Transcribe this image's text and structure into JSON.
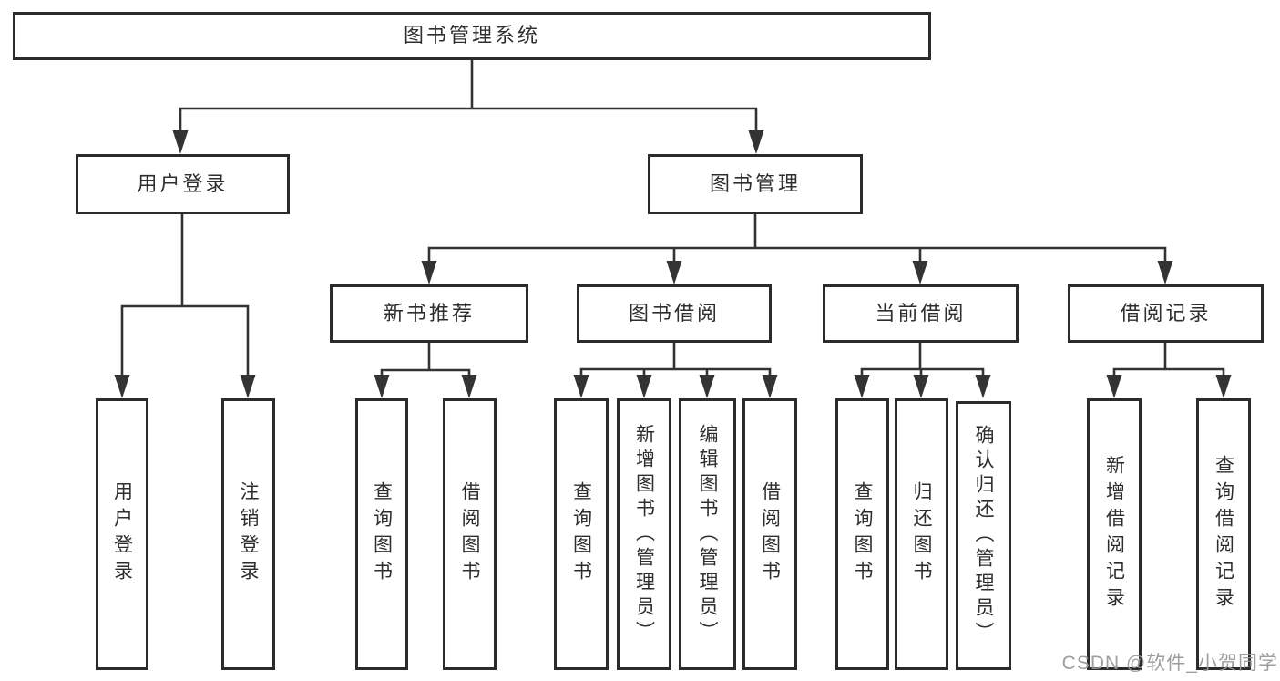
{
  "diagram": {
    "colors": {
      "border": "#2b2b2b",
      "line": "#333333",
      "text": "#2e2e2e",
      "background": "#ffffff",
      "watermark": "#969696"
    },
    "nodes": {
      "root": "图书管理系统",
      "user_login": "用户登录",
      "book_management": "图书管理",
      "new_book_recommend": "新书推荐",
      "book_borrow": "图书借阅",
      "current_borrow": "当前借阅",
      "borrow_records": "借阅记录",
      "ul_user_login": "用户登录",
      "ul_logout": "注销登录",
      "nb_query_book": "查询图书",
      "nb_borrow_book": "借阅图书",
      "bb_query_book": "查询图书",
      "bb_add_book": "新增图书（管理员）",
      "bb_edit_book": "编辑图书（管理员）",
      "bb_borrow_book": "借阅图书",
      "cb_query_book": "查询图书",
      "cb_return_book": "归还图书",
      "cb_confirm_return": "确认归还（管理员）",
      "br_add_record": "新增借阅记录",
      "br_query_record": "查询借阅记录"
    },
    "tree": {
      "图书管理系统": {
        "用户登录": [
          "用户登录",
          "注销登录"
        ],
        "图书管理": {
          "新书推荐": [
            "查询图书",
            "借阅图书"
          ],
          "图书借阅": [
            "查询图书",
            "新增图书（管理员）",
            "编辑图书（管理员）",
            "借阅图书"
          ],
          "当前借阅": [
            "查询图书",
            "归还图书",
            "确认归还（管理员）"
          ],
          "借阅记录": [
            "新增借阅记录",
            "查询借阅记录"
          ]
        }
      }
    },
    "watermark": "CSDN @软件_小贺同学"
  }
}
